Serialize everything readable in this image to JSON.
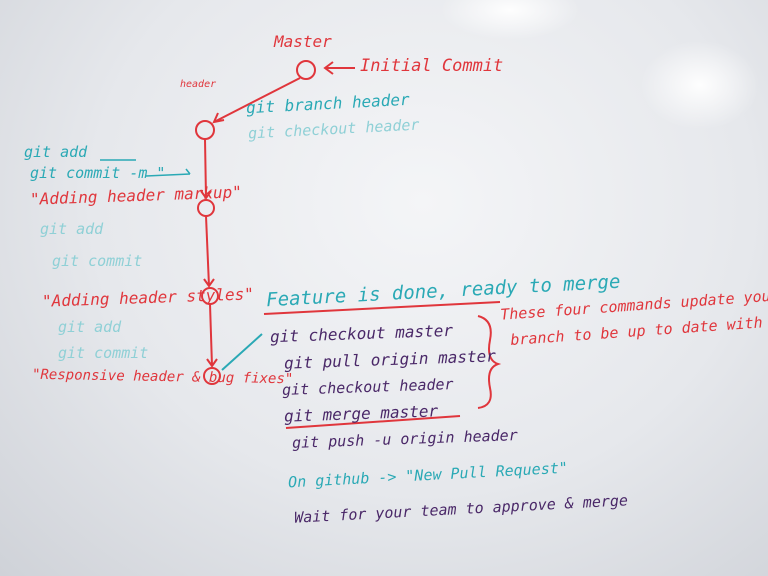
{
  "diagram": {
    "branch_master_label": "Master",
    "initial_commit_label": "Initial Commit",
    "header_branch_label": "header",
    "cmd_branch": "git branch header",
    "cmd_checkout_header_1": "git checkout header",
    "c1_add": "git add",
    "c1_commit": "git commit -m \"",
    "c1_message": "\"Adding header markup\"",
    "c2_add": "git add",
    "c2_commit": "git commit",
    "c2_message": "\"Adding header styles\"",
    "c3_add": "git add",
    "c3_commit": "git commit",
    "c3_message": "\"Responsive header & bug fixes\""
  },
  "workflow": {
    "heading": "Feature is done, ready to merge",
    "commands": [
      "git checkout master",
      "git pull origin master",
      "git checkout header",
      "git merge master",
      "git push -u origin header"
    ],
    "side_note_line1": "These four commands update your",
    "side_note_line2": "branch to be up to date with master",
    "github_step": "On github -> \"New Pull Request\"",
    "final_step": "Wait for your team to approve & merge"
  },
  "colors": {
    "red_marker": "#e0363c",
    "teal_marker": "#2aa9b5",
    "purple_marker": "#4a2868",
    "board": "#eceef1"
  }
}
